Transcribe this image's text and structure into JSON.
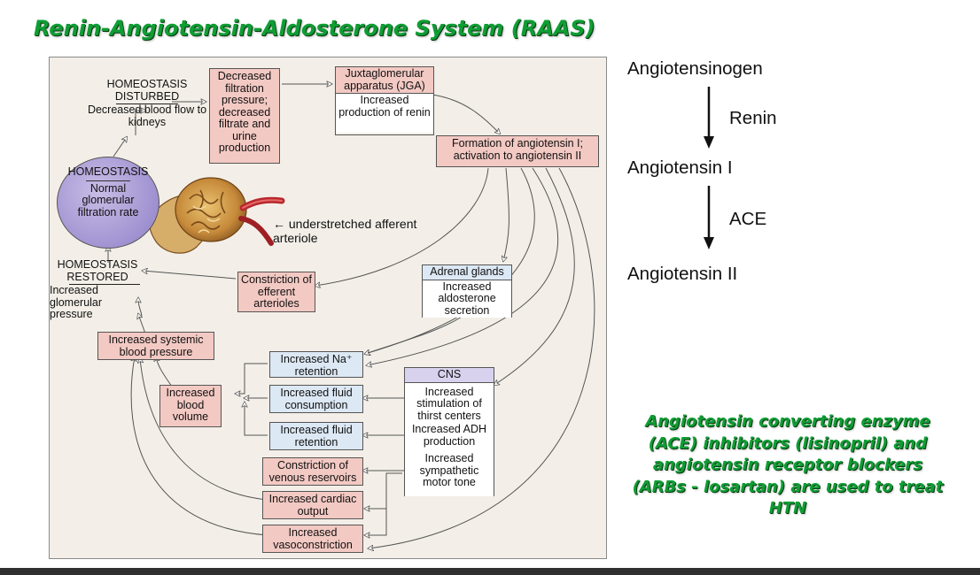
{
  "title": "Renin-Angiotensin-Aldosterone System (RAAS)",
  "diagram": {
    "disturbed_head": "HOMEOSTASIS DISTURBED",
    "disturbed_body": "Decreased blood flow to kidneys",
    "decreased_filtration": "Decreased filtration pressure; decreased filtrate and urine production",
    "jga_head": "Juxtaglomerular apparatus (JGA)",
    "jga_body": "Increased production of renin",
    "formation": "Formation of angiotensin I; activation to angiotensin II",
    "homeostasis_head": "HOMEOSTASIS",
    "homeostasis_body": "Normal glomerular filtration rate",
    "arteriole_label": "← understretched afferent arteriole",
    "restored_head": "HOMEOSTASIS RESTORED",
    "restored_body": "Increased glomerular pressure",
    "constriction_efferent": "Constriction of efferent arterioles",
    "adrenal_head": "Adrenal glands",
    "adrenal_body": "Increased aldosterone secretion",
    "systemic_bp": "Increased systemic blood pressure",
    "na_retention": "Increased Na⁺ retention",
    "fluid_consumption": "Increased fluid consumption",
    "fluid_retention": "Increased fluid retention",
    "venous": "Constriction of venous reservoirs",
    "cardiac": "Increased cardiac output",
    "vasoconstriction": "Increased vasoconstriction",
    "blood_volume": "Increased blood volume",
    "cns_head": "CNS",
    "cns_1": "Increased stimulation of thirst centers",
    "cns_2": "Increased ADH production",
    "cns_3": "Increased sympathetic motor tone"
  },
  "cascade": {
    "step1": "Angiotensinogen",
    "enzyme1": "Renin",
    "step2": "Angiotensin I",
    "enzyme2": "ACE",
    "step3": "Angiotensin II"
  },
  "note": "Angiotensin converting enzyme (ACE) inhibitors (lisinopril) and angiotensin receptor blockers (ARBs - losartan) are used to treat HTN",
  "colors": {
    "title_green": "#0f9d34",
    "pink_box": "#f3c9c3",
    "blue_box": "#dce8f4",
    "homeostasis_purple": "#9d8fcf",
    "panel_bg": "#f3efe8"
  }
}
